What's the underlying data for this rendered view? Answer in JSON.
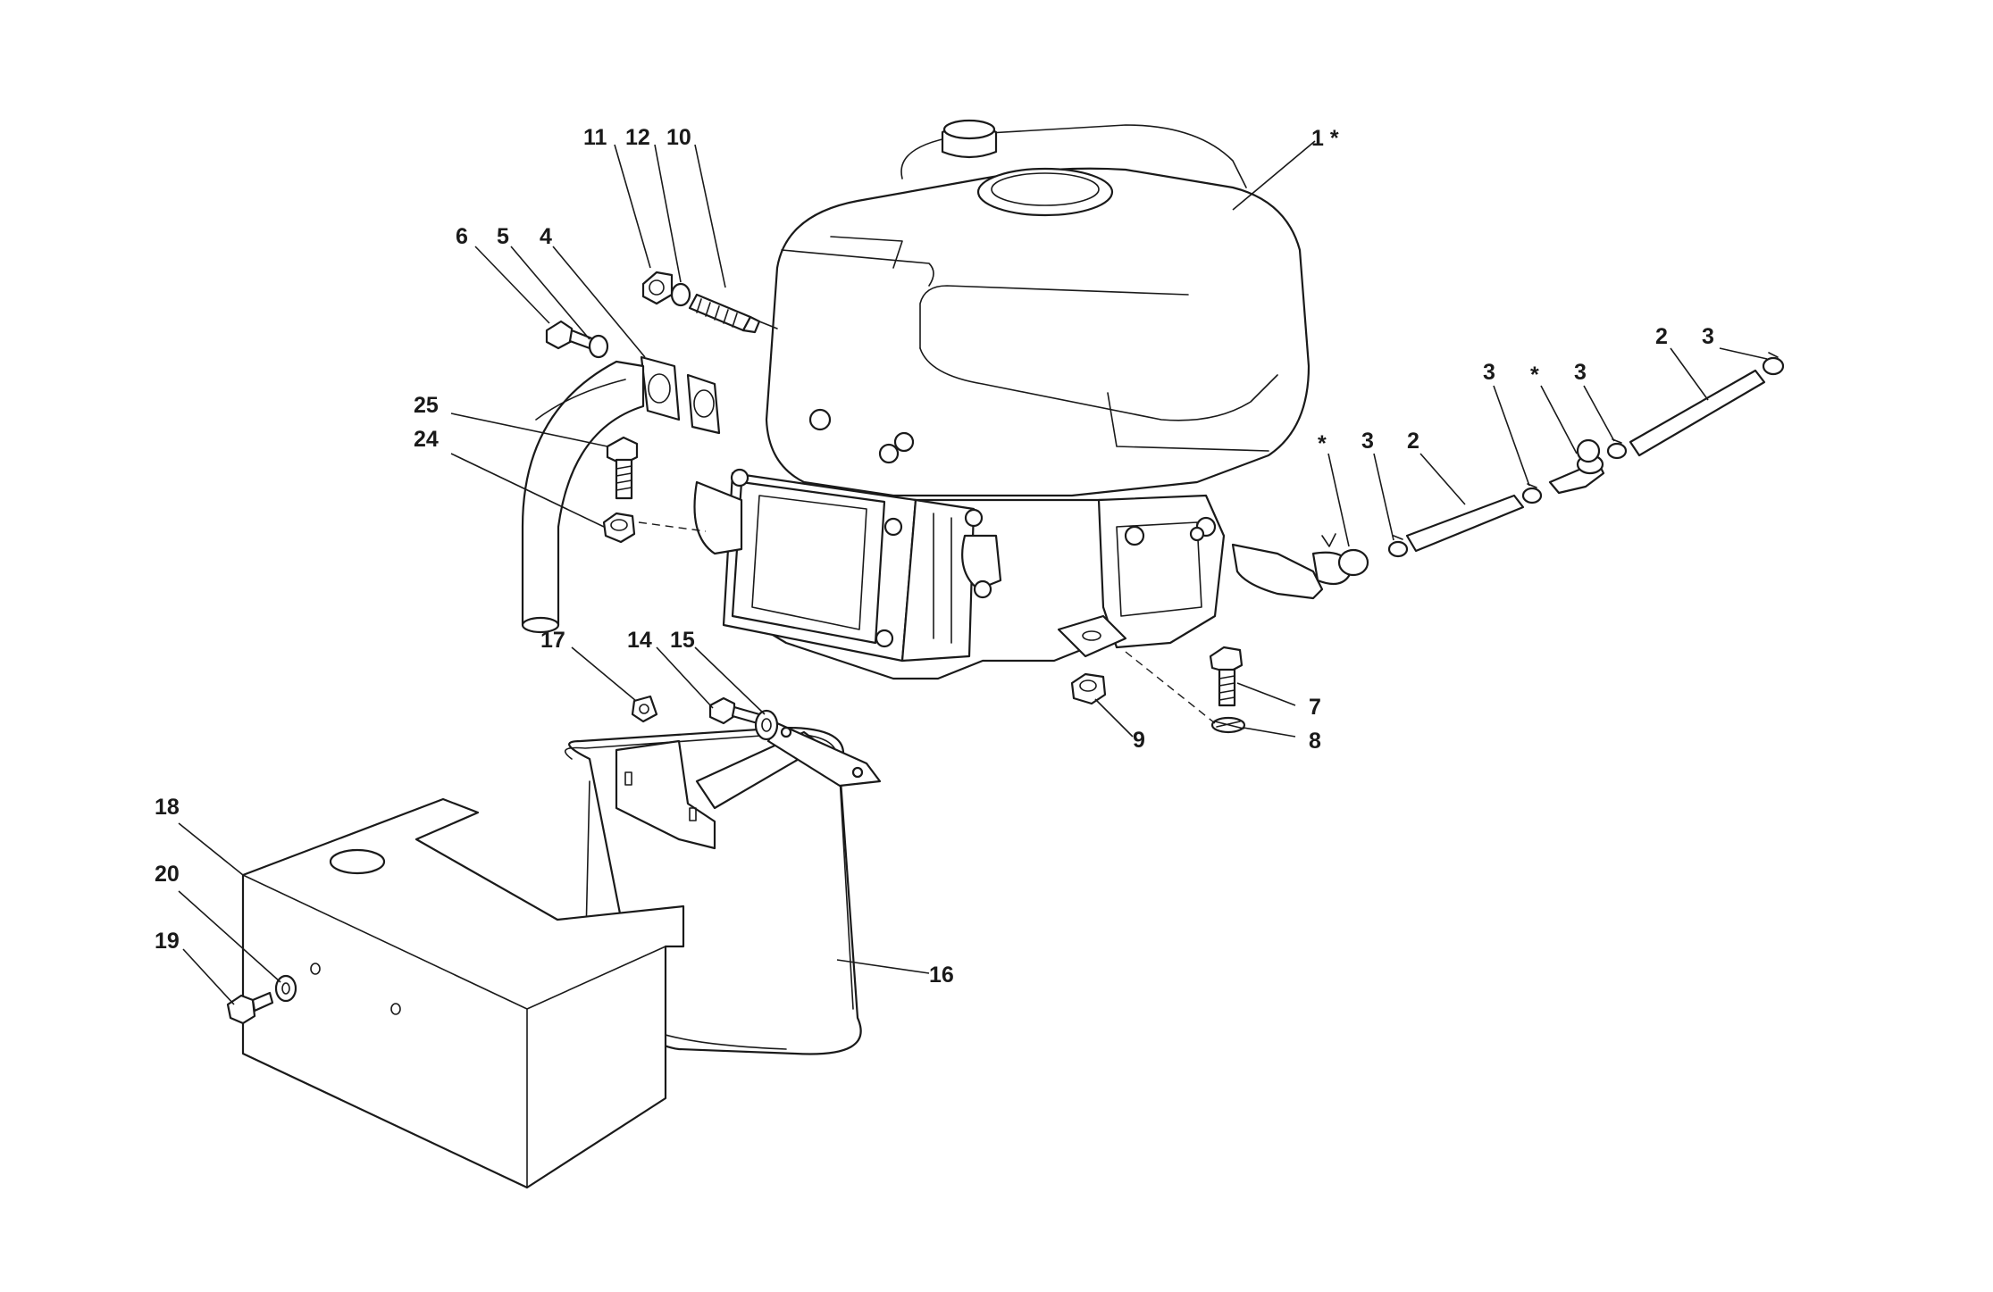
{
  "colors": {
    "line": "#1a1a1a",
    "background": "#ffffff"
  },
  "callouts": [
    {
      "id": "c-1",
      "text": "1 *"
    },
    {
      "id": "c-11",
      "text": "11"
    },
    {
      "id": "c-12",
      "text": "12"
    },
    {
      "id": "c-10",
      "text": "10"
    },
    {
      "id": "c-6",
      "text": "6"
    },
    {
      "id": "c-5",
      "text": "5"
    },
    {
      "id": "c-4",
      "text": "4"
    },
    {
      "id": "c-25",
      "text": "25"
    },
    {
      "id": "c-24",
      "text": "24"
    },
    {
      "id": "c-17",
      "text": "17"
    },
    {
      "id": "c-14",
      "text": "14"
    },
    {
      "id": "c-15",
      "text": "15"
    },
    {
      "id": "c-18",
      "text": "18"
    },
    {
      "id": "c-20",
      "text": "20"
    },
    {
      "id": "c-19",
      "text": "19"
    },
    {
      "id": "c-16",
      "text": "16"
    },
    {
      "id": "c-9",
      "text": "9"
    },
    {
      "id": "c-7",
      "text": "7"
    },
    {
      "id": "c-8",
      "text": "8"
    },
    {
      "id": "c-star-a",
      "text": "*"
    },
    {
      "id": "c-3a",
      "text": "3"
    },
    {
      "id": "c-2a",
      "text": "2"
    },
    {
      "id": "c-3b",
      "text": "3"
    },
    {
      "id": "c-star-b",
      "text": "*"
    },
    {
      "id": "c-3c",
      "text": "3"
    },
    {
      "id": "c-2b",
      "text": "2"
    },
    {
      "id": "c-3d",
      "text": "3"
    }
  ]
}
